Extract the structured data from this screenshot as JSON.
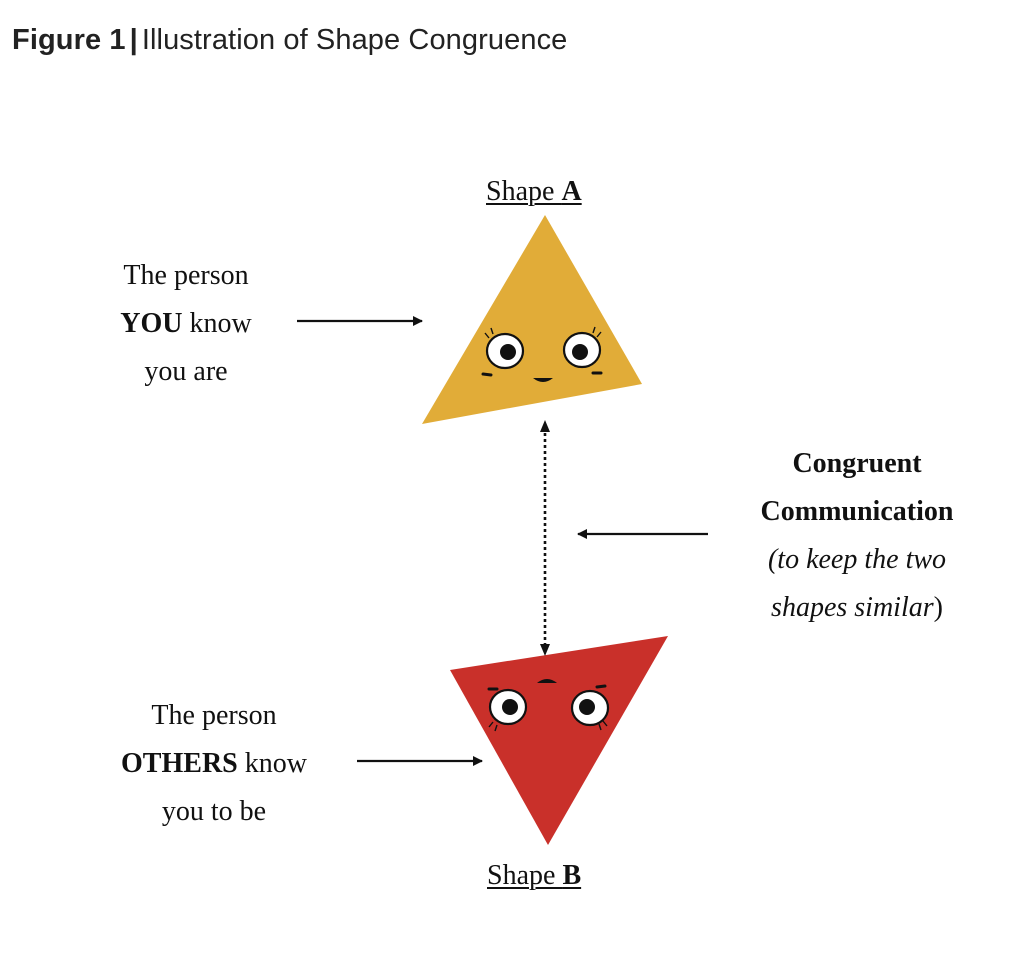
{
  "figure": {
    "number": "Figure 1",
    "separator": "|",
    "caption": "Illustration of Shape Congruence"
  },
  "shape_a": {
    "label_prefix": "Shape ",
    "label_letter": "A",
    "color": "#E1AC38"
  },
  "shape_b": {
    "label_prefix": "Shape ",
    "label_letter": "B",
    "color": "#C9302A"
  },
  "left_top": {
    "line1": "The person",
    "line2_bold": "YOU",
    "line2_rest": " know",
    "line3": "you are"
  },
  "left_bottom": {
    "line1": "The person",
    "line2_bold": "OTHERS",
    "line2_rest": " know",
    "line3": "you to be"
  },
  "right": {
    "line1": "Congruent",
    "line2": "Communication",
    "line3": "(to keep the two",
    "line4_italic": "shapes similar",
    "line4_end": ")"
  }
}
